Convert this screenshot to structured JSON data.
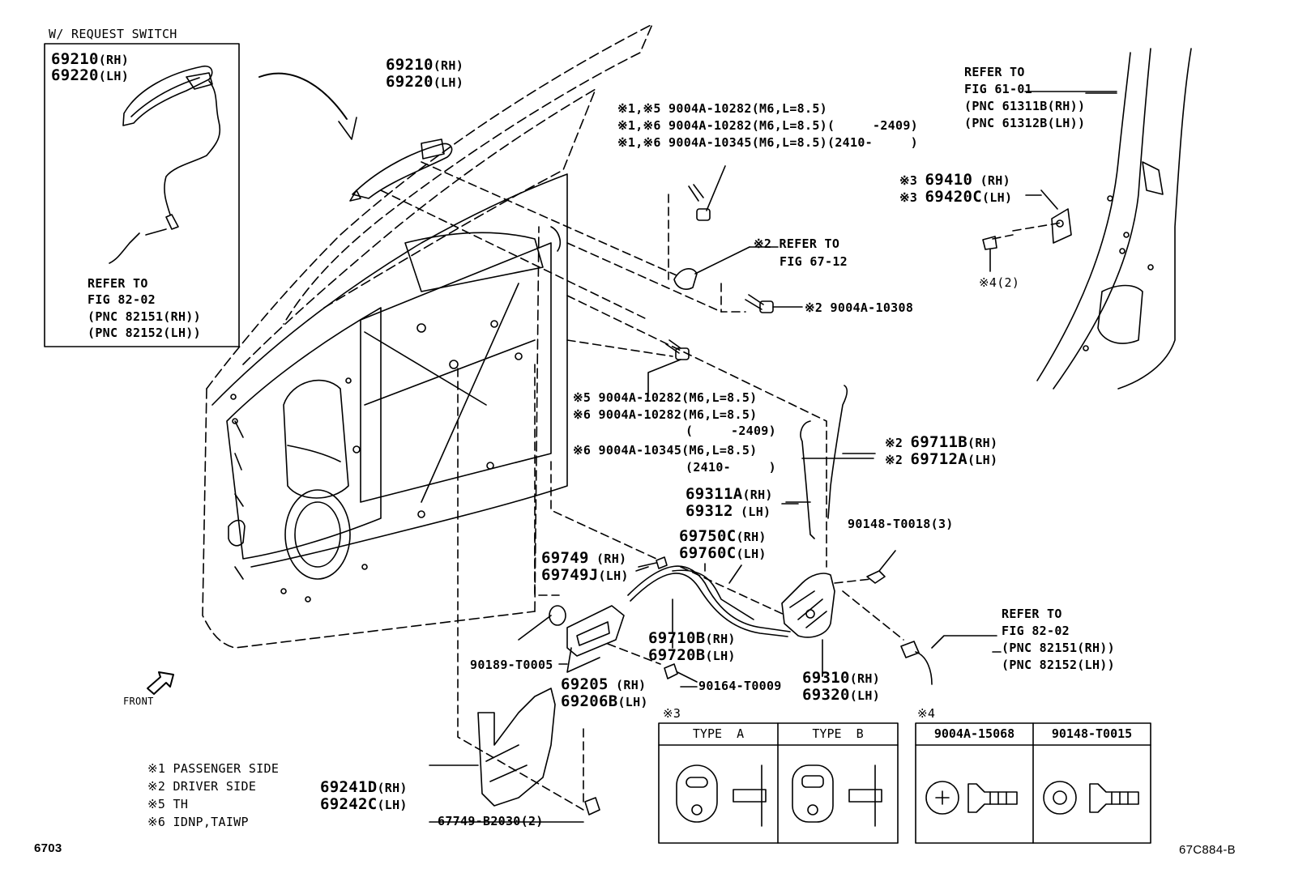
{
  "inset_title": "W/ REQUEST SWITCH",
  "inset": {
    "pn_rh": "69210",
    "pn_rh_suffix": "(RH)",
    "pn_lh": "69220",
    "pn_lh_suffix": "(LH)",
    "refer_lines": [
      "REFER TO",
      "FIG 82-02",
      "(PNC 82151(RH))",
      "(PNC 82152(LH))"
    ]
  },
  "handle": {
    "pn_rh": "69210",
    "pn_rh_suffix": "(RH)",
    "pn_lh": "69220",
    "pn_lh_suffix": "(LH)"
  },
  "bolt_group_top": [
    "※1,※5 9004A-10282(M6,L=8.5)",
    "※1,※6 9004A-10282(M6,L=8.5)(     -2409)",
    "※1,※6 9004A-10345(M6,L=8.5)(2410-     )"
  ],
  "refer_67_12": [
    "※2 REFER TO",
    "FIG 67-12"
  ],
  "bolt_10308": "※2 9004A-10308",
  "bolt_group_mid": [
    "※5 9004A-10282(M6,L=8.5)",
    "※6 9004A-10282(M6,L=8.5)",
    "(     -2409)",
    "※6 9004A-10345(M6,L=8.5)",
    "(2410-     )"
  ],
  "refer_61_01": [
    "REFER TO",
    "FIG 61-01",
    "(PNC 61311B(RH))",
    "(PNC 61312B(LH))"
  ],
  "striker": {
    "line1_mark": "※3",
    "line1_pn": "69410",
    "line1_sfx": "(RH)",
    "line2_mark": "※3",
    "line2_pn": "69420C",
    "line2_sfx": "(LH)",
    "screw": "※4(2)"
  },
  "rod_711": {
    "line1_mark": "※2",
    "line1_pn": "69711B",
    "line1_sfx": "(RH)",
    "line2_mark": "※2",
    "line2_pn": "69712A",
    "line2_sfx": "(LH)"
  },
  "rod_311": {
    "line1": "69311A",
    "line1_sfx": "(RH)",
    "line2": "69312",
    "line2_sfx": " (LH)"
  },
  "clip_90148": "90148-T0018(3)",
  "cable_750": {
    "line1": "69750C",
    "line1_sfx": "(RH)",
    "line2": "69760C",
    "line2_sfx": "(LH)"
  },
  "p_69749": {
    "line1": "69749",
    "line1_sfx": " (RH)",
    "line2": "69749J",
    "line2_sfx": "(LH)"
  },
  "cable_710": {
    "line1": "69710B",
    "line1_sfx": "(RH)",
    "line2": "69720B",
    "line2_sfx": "(LH)"
  },
  "lock_310": {
    "line1": "69310",
    "line1_sfx": "(RH)",
    "line2": "69320",
    "line2_sfx": "(LH)"
  },
  "refer_82_02_right": [
    "REFER TO",
    "FIG 82-02",
    "(PNC 82151(RH))",
    "(PNC 82152(LH))"
  ],
  "p_90189": "90189-T0005",
  "inner_handle": {
    "line1": "69205",
    "line1_sfx": " (RH)",
    "line2": "69206B",
    "line2_sfx": "(LH)"
  },
  "p_90164": "90164-T0009",
  "front": "FRONT",
  "cover": {
    "line1": "69241D",
    "line1_sfx": "(RH)",
    "line2": "69242C",
    "line2_sfx": "(LH)"
  },
  "clip_67749": "67749-B2030(2)",
  "legend": [
    "※1 PASSENGER SIDE",
    "※2 DRIVER SIDE",
    "※5 TH",
    "※6 IDNP,TAIWP"
  ],
  "table3": {
    "mark": "※3",
    "col_a": "TYPE  A",
    "col_b": "TYPE  B"
  },
  "table4": {
    "mark": "※4",
    "col_a": "9004A-15068",
    "col_b": "90148-T0015"
  },
  "footer_left": "6703",
  "footer_right": "67C884-B"
}
